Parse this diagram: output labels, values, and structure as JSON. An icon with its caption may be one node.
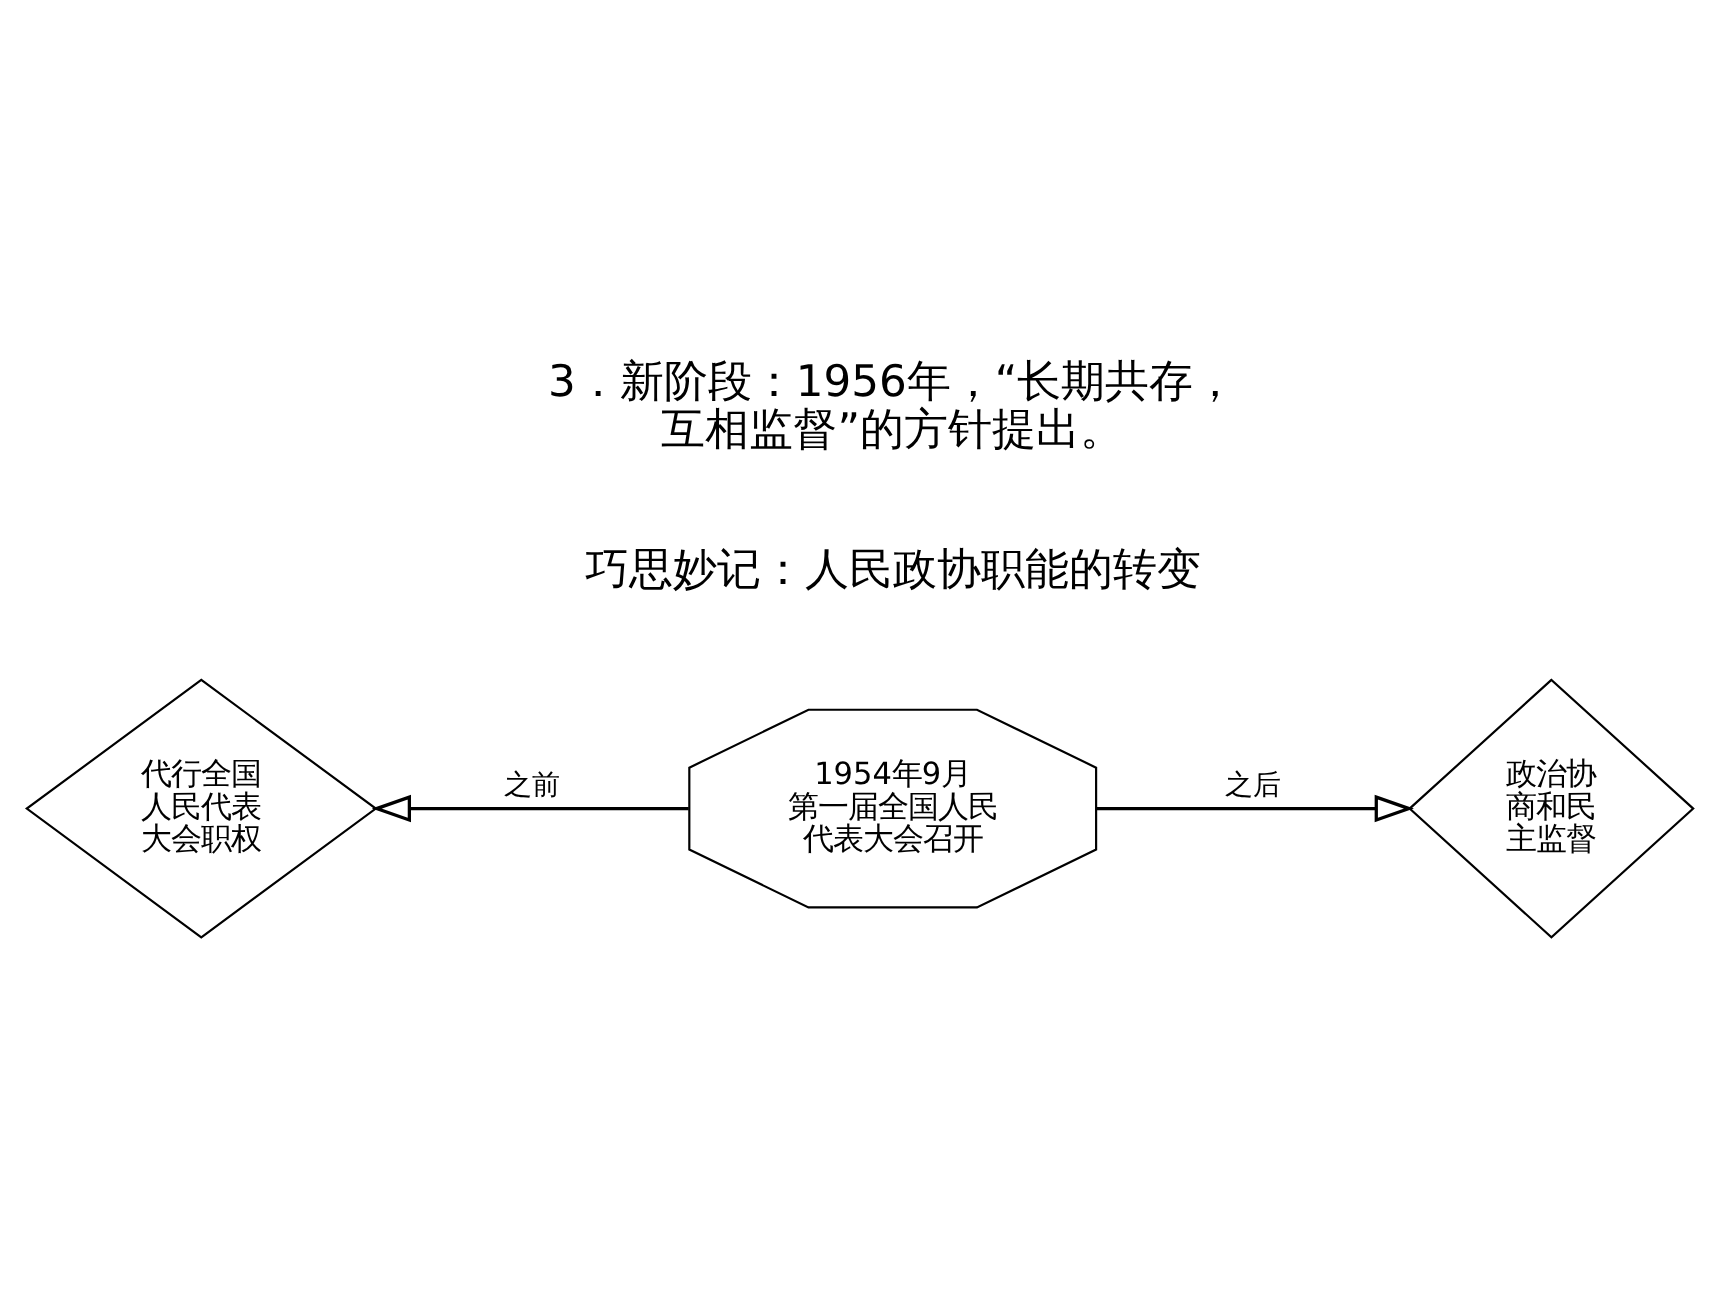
{
  "diagram": {
    "nodes": [
      {
        "text": [
          "代行全国人民代表大会职权"
        ]
      },
      {
        "text": [
          "1954年9月第一届全国人民代表大会召开"
        ]
      },
      {
        "text": [
          "政治协商和民主监督"
        ]
      }
    ],
    "edges": [
      {
        "from": 1,
        "to": 0,
        "arrow": "to",
        "label": "之前"
      },
      {
        "from": 1,
        "to": 2,
        "arrow": "to",
        "label": "之后"
      }
    ],
    "labels": [
      "3．新阶段：1956年，“长期共存，互相监督”的方针提出。",
      "巧思妙记：人民政协职能的转变"
    ]
  }
}
